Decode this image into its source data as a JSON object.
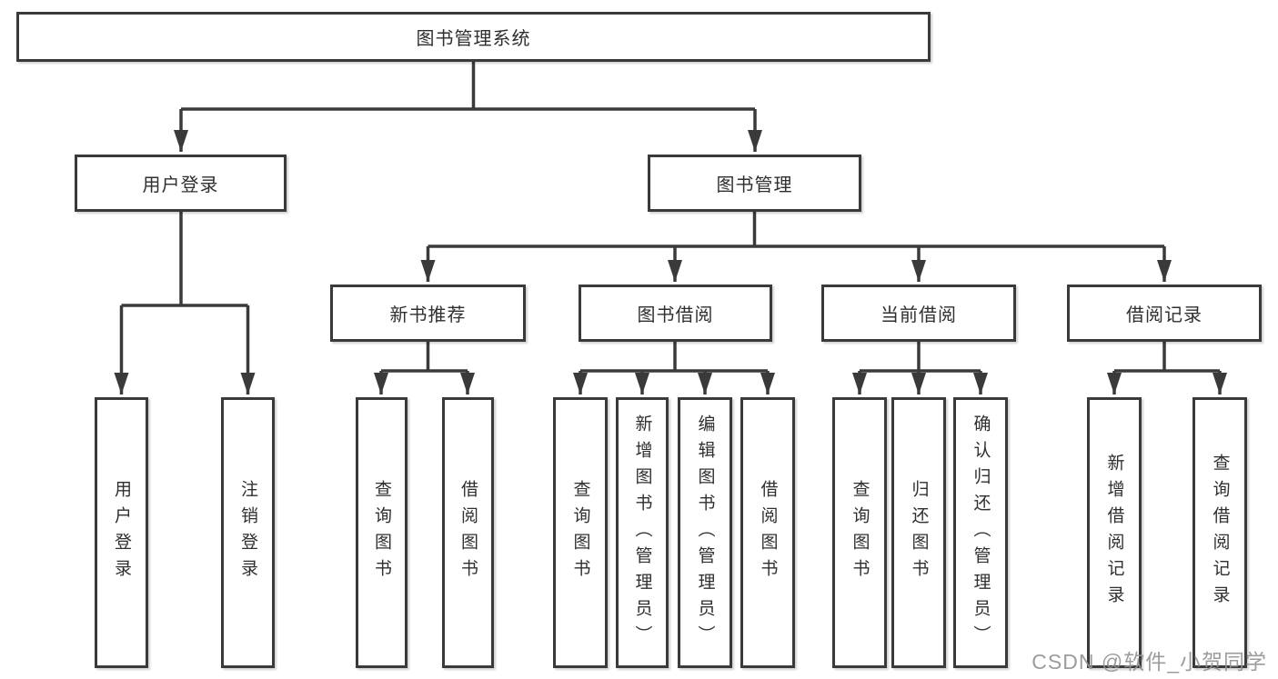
{
  "root": {
    "label": "图书管理系统"
  },
  "level1": {
    "user_login": "用户登录",
    "book_mgmt": "图书管理"
  },
  "level2": {
    "new_books": "新书推荐",
    "book_borrow": "图书借阅",
    "current_borrow": "当前借阅",
    "borrow_records": "借阅记录"
  },
  "leaves": {
    "user_login": [
      "用户登录",
      "注销登录"
    ],
    "new_books": [
      "查询图书",
      "借阅图书"
    ],
    "book_borrow": [
      "查询图书",
      "新增图书（管理员）",
      "编辑图书（管理员）",
      "借阅图书"
    ],
    "current_borrow": [
      "查询图书",
      "归还图书",
      "确认归还（管理员）"
    ],
    "borrow_records": [
      "新增借阅记录",
      "查询借阅记录"
    ]
  },
  "watermark": "CSDN @软件_小贺同学",
  "colors": {
    "line": "#3a3a3a",
    "text": "#2f2f2f",
    "watermark": "#949494",
    "background": "#ffffff"
  }
}
